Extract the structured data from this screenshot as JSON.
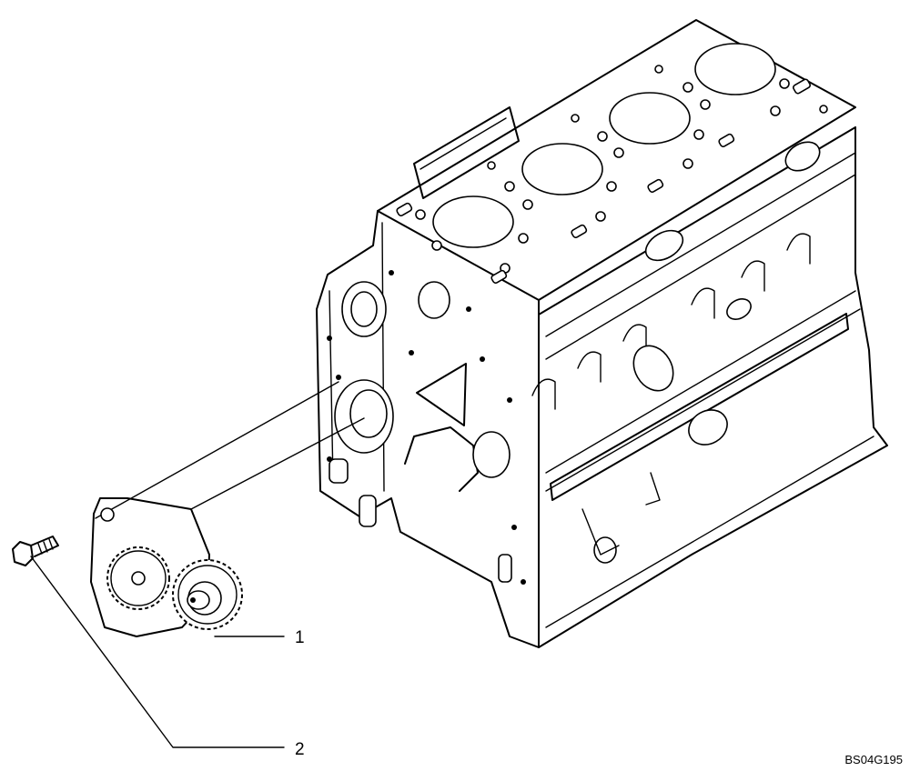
{
  "callouts": [
    {
      "number": "1",
      "part": "oil-pump"
    },
    {
      "number": "2",
      "part": "bolt"
    }
  ],
  "figure_code": "BS04G195",
  "colors": {
    "line": "#000000",
    "background": "#ffffff"
  }
}
